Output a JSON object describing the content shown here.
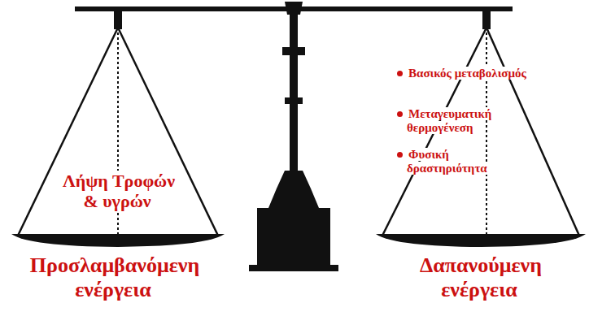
{
  "diagram": {
    "labels": [
      "Λήψη Τροφών & υγρών",
      "Βασικός μεταβολισμός",
      "Μεταγευματική θερμογένεση",
      "Φυσική δραστηριότητα",
      "Προσλαμβανόμενη ενέργεια",
      "Δαπανούμενη ενέργεια"
    ]
  }
}
